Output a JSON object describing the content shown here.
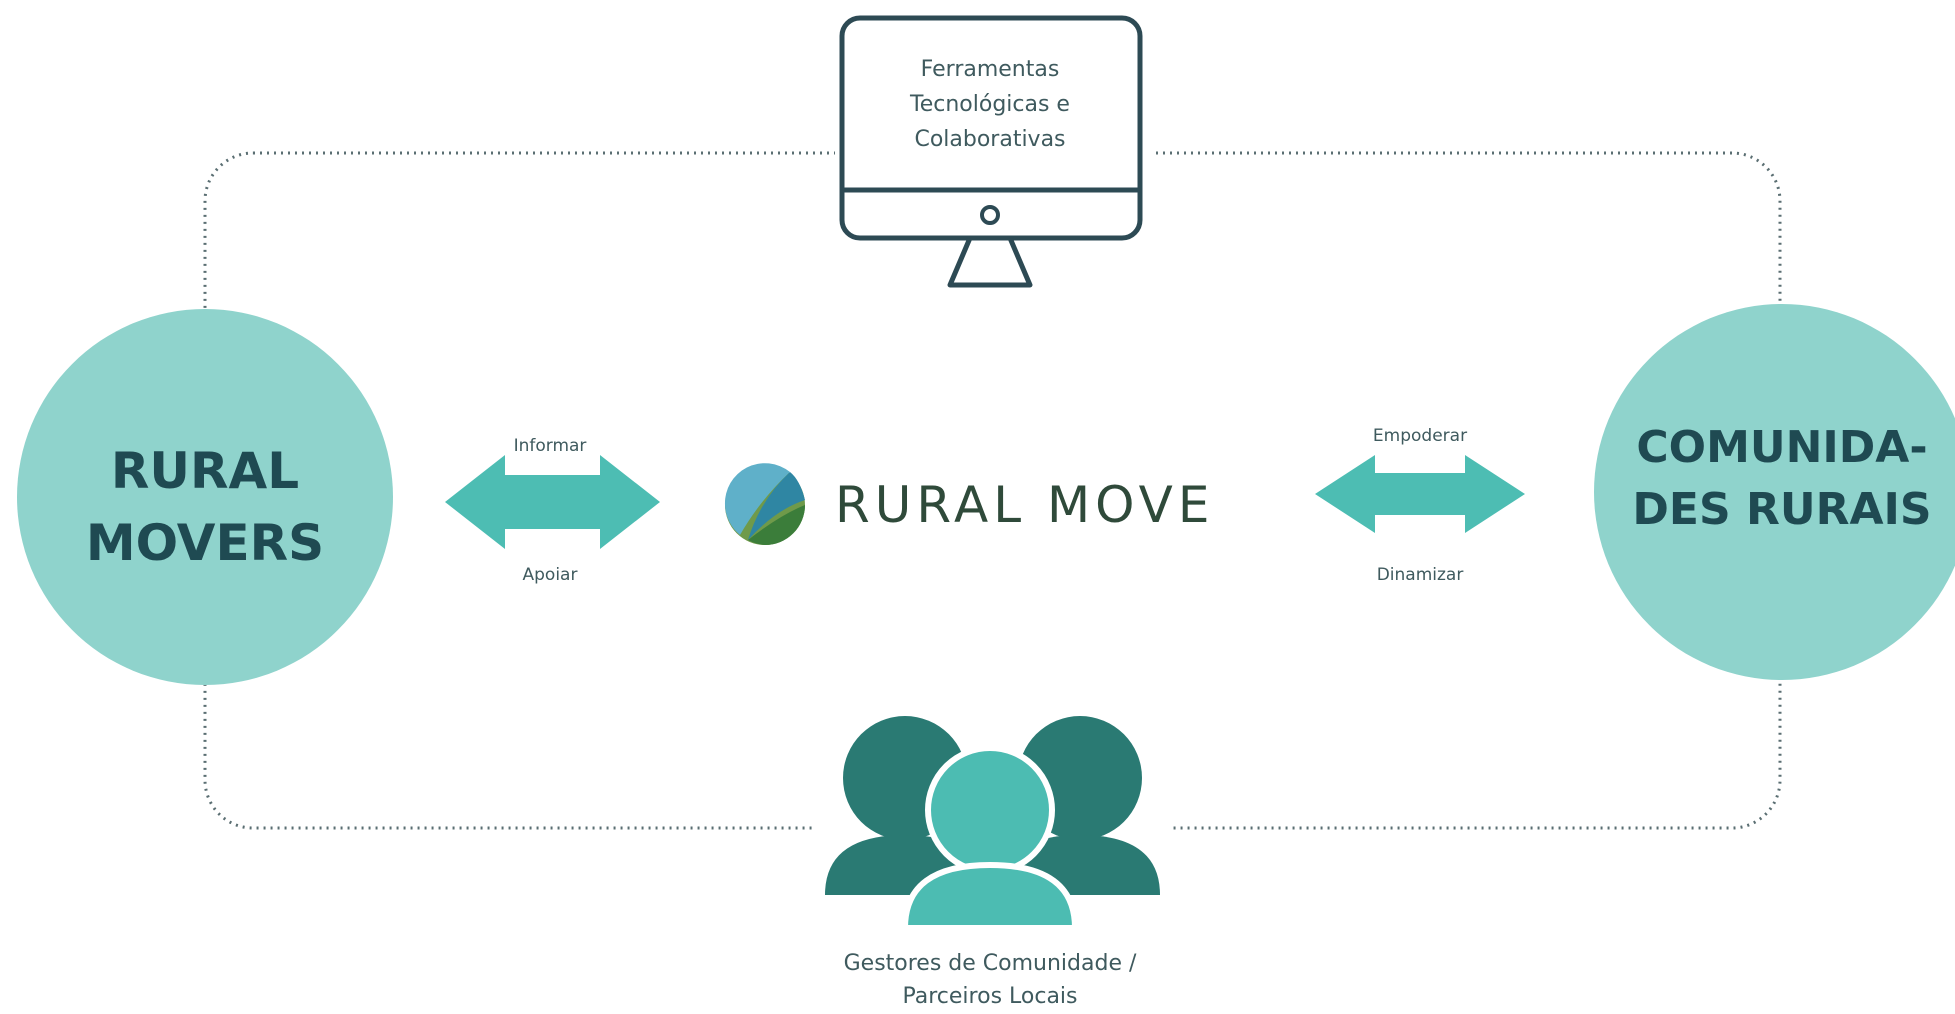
{
  "colors": {
    "circle": "#8fd3cc",
    "arrow": "#4dbdb3",
    "dark_text": "#1f4a52",
    "monitor": "#2d4a54",
    "people_dark": "#2a7a73",
    "people_light": "#4cbcb2",
    "dotted": "#5a6e72"
  },
  "left_node": {
    "line1": "RURAL",
    "line2": "MOVERS"
  },
  "right_node": {
    "line1": "COMUNIDA-",
    "line2": "DES RURAIS"
  },
  "center": {
    "brand": "RURAL MOVE",
    "logo_icon": "globe-leaf-logo"
  },
  "left_arrow": {
    "top_label": "Informar",
    "bottom_label": "Apoiar"
  },
  "right_arrow": {
    "top_label": "Empoderar",
    "bottom_label": "Dinamizar"
  },
  "top_node": {
    "icon": "monitor-icon",
    "line1": "Ferramentas",
    "line2": "Tecnológicas e",
    "line3": "Colaborativas"
  },
  "bottom_node": {
    "icon": "people-group-icon",
    "line1": "Gestores de Comunidade /",
    "line2": "Parceiros Locais"
  }
}
